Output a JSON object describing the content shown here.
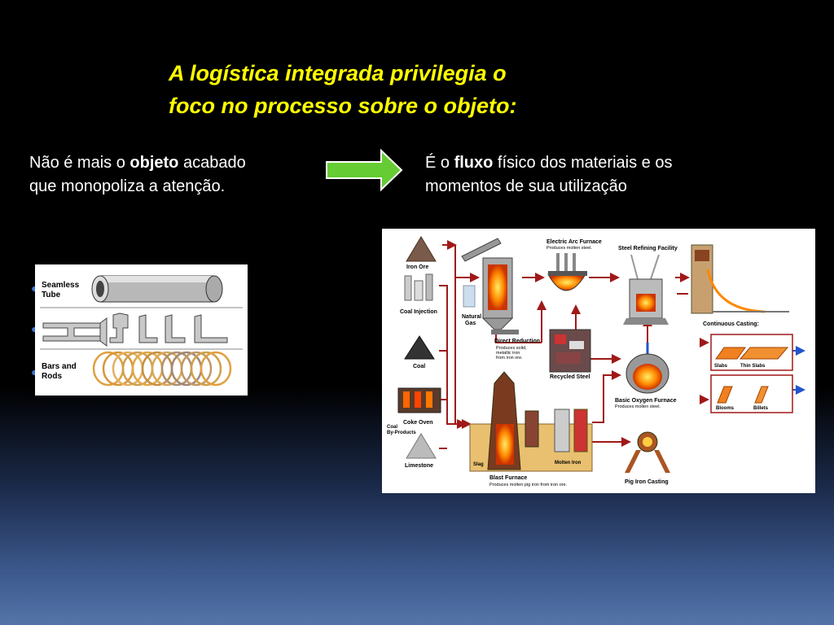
{
  "title": {
    "line1": "A logística integrada privilegia o",
    "line2": "foco no processo sobre o objeto:"
  },
  "left_text": {
    "part1": "Não é mais o ",
    "bold": "objeto",
    "part2": " acabado",
    "line2": "que monopoliza a atenção."
  },
  "right_text": {
    "part1": "É o ",
    "bold": "fluxo",
    "part2": " físico dos materiais e os",
    "line2": "momentos de sua utilização"
  },
  "products_panel": {
    "seamless_line1": "Seamless",
    "seamless_line2": "Tube",
    "bars_line1": "Bars and",
    "bars_line2": "Rods"
  },
  "process_diagram": {
    "iron_ore": "Iron Ore",
    "coal_injection": "Coal Injection",
    "coal": "Coal",
    "coke_oven": "Coke Oven",
    "coal_byproducts_1": "Coal",
    "coal_byproducts_2": "By-Products",
    "limestone": "Limestone",
    "natural_gas_1": "Natural",
    "natural_gas_2": "Gas",
    "direct_reduction": "Direct Reduction",
    "direct_reduction_desc1": "Produces solid,",
    "direct_reduction_desc2": "metallic iron",
    "direct_reduction_desc3": "from iron ore.",
    "eaf": "Electric Arc Furnace",
    "eaf_desc": "Produces molten steel.",
    "recycled_steel": "Recycled Steel",
    "steel_refining": "Steel Refining Facility",
    "bof": "Basic Oxygen Furnace",
    "bof_desc": "Produces molten steel.",
    "continuous_casting": "Continuous Casting:",
    "slabs": "Slabs",
    "thin_slabs": "Thin Slabs",
    "blooms": "Blooms",
    "billets": "Billets",
    "slag": "Slag",
    "molten_iron": "Molten Iron",
    "blast_furnace": "Blast Furnace",
    "blast_furnace_desc": "Produces molten pig iron from iron ore.",
    "pig_iron_casting": "Pig Iron Casting"
  },
  "colors": {
    "title": "#ffff00",
    "arrow_fill": "#66cc33",
    "flow_arrow": "#a01818",
    "blue_arrow": "#2255cc"
  }
}
